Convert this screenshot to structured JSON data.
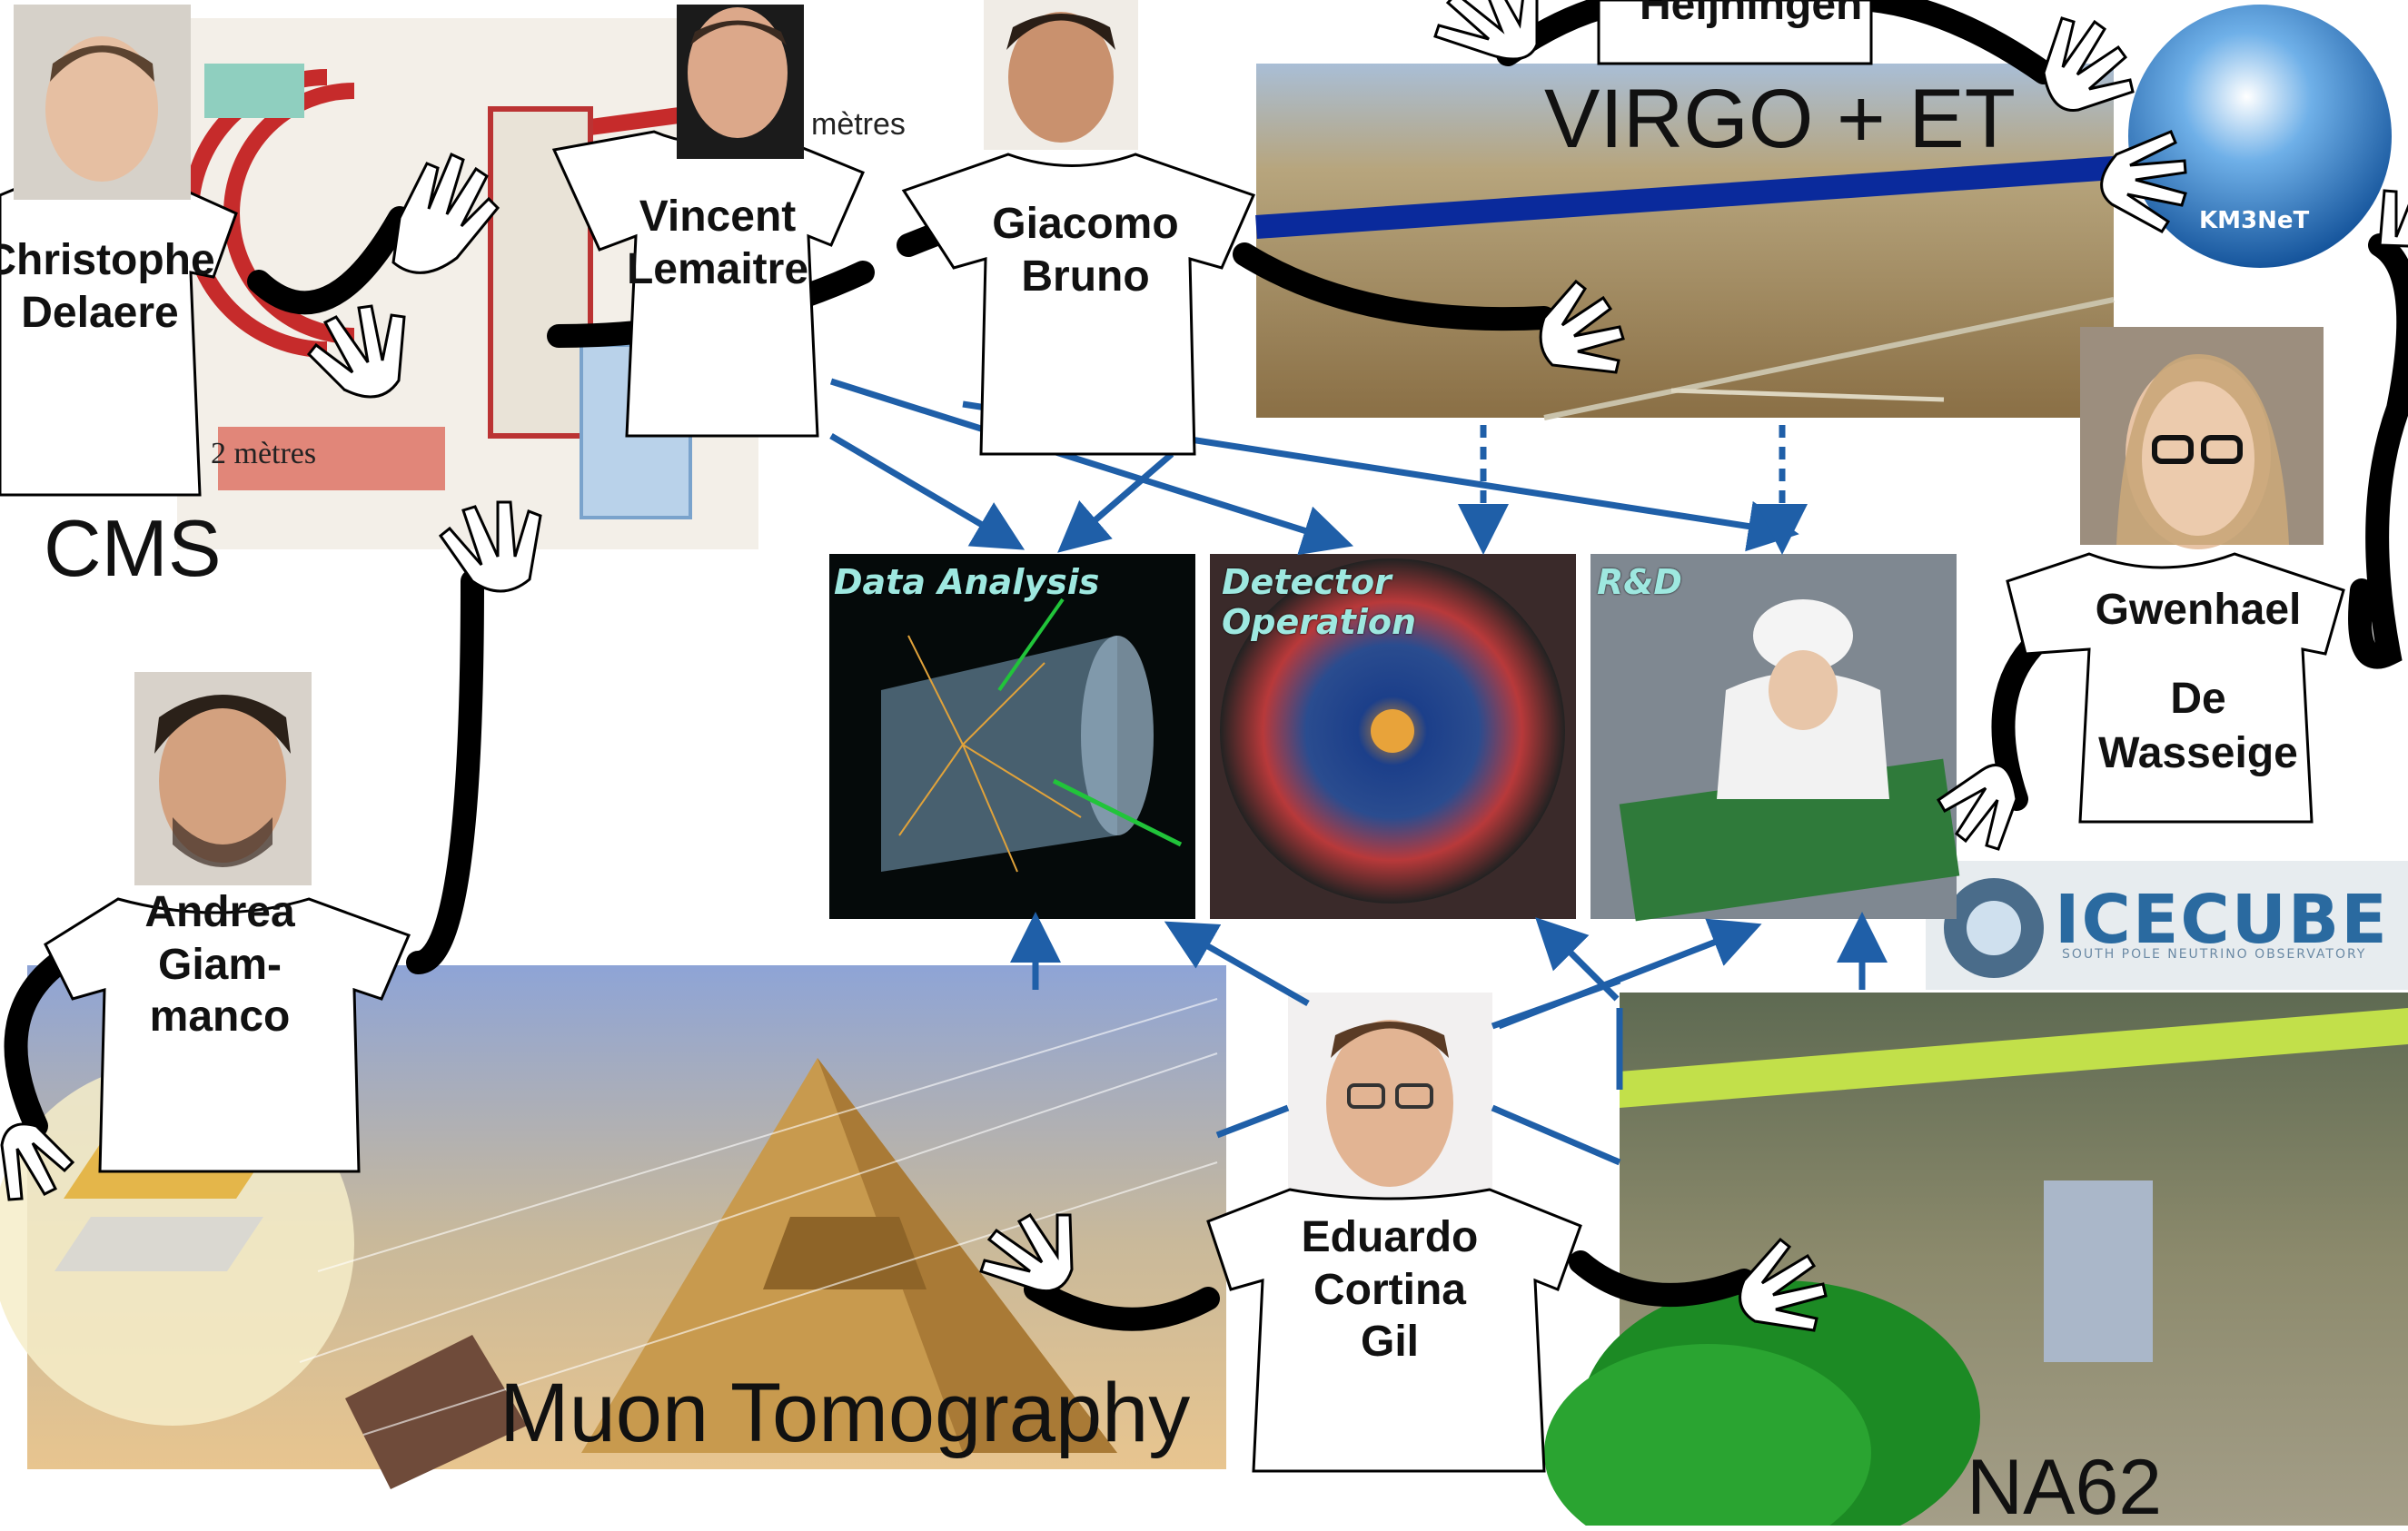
{
  "captions": {
    "top_partial": "Heijningen",
    "virgo": "VIRGO + ET",
    "cms": "CMS",
    "muon": "Muon Tomography",
    "na62": "NA62",
    "metres_top": "mètres",
    "metres_bottom": "2 mètres"
  },
  "activities": [
    {
      "label": "Data Analysis"
    },
    {
      "label": "Detector Operation"
    },
    {
      "label": "R&D"
    }
  ],
  "people": [
    {
      "first": "Christophe",
      "last": "Delaere"
    },
    {
      "first": "Vincent",
      "last": "Lemaitre"
    },
    {
      "first": "Giacomo",
      "last": "Bruno"
    },
    {
      "first": "Gwenhael",
      "last": "De Wasseige"
    },
    {
      "first": "Andrea",
      "last": "Giam-manco"
    },
    {
      "first": "Eduardo",
      "last": "Cortina Gil"
    }
  ],
  "people_lines": {
    "andrea": [
      "Andrea",
      "Giam-",
      "manco"
    ],
    "eduardo": [
      "Eduardo",
      "Cortina",
      "Gil"
    ],
    "gwenhael": [
      "Gwenhael",
      "De",
      "Wasseige"
    ],
    "christophe": [
      "Christophe",
      "Delaere"
    ],
    "vincent": [
      "Vincent",
      "Lemaitre"
    ],
    "giacomo": [
      "Giacomo",
      "Bruno"
    ]
  },
  "logos": {
    "km3net": "KM3NeT",
    "icecube": "ICECUBE",
    "icecube_sub": "SOUTH POLE NEUTRINO OBSERVATORY"
  },
  "colors": {
    "arrow": "#1f5fa8",
    "arm": "#000000",
    "virgo_beam": "#0a2a9c"
  }
}
